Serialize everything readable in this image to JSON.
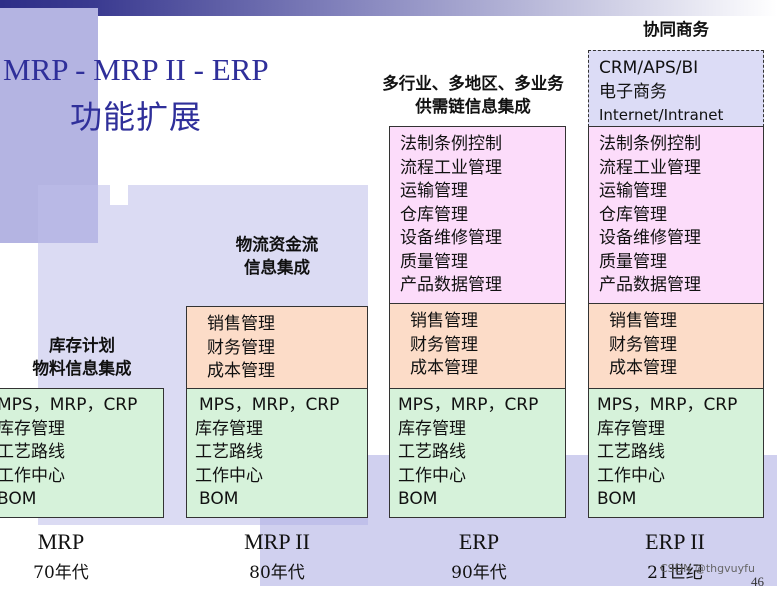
{
  "title": {
    "line1": "MRP - MRP II - ERP",
    "line2": "功能扩展"
  },
  "columns": [
    {
      "caption": [
        "库存计划",
        "物料信息集成"
      ],
      "base": [
        "MPS，MRP，CRP",
        "库存管理",
        "工艺路线",
        "工作中心",
        "BOM"
      ],
      "era": "MRP",
      "decade": "70年代"
    },
    {
      "caption": [
        "物流资金流",
        "信息集成"
      ],
      "finance": [
        "销售管理",
        "财务管理",
        "成本管理"
      ],
      "base": [
        "MPS，MRP，CRP",
        "库存管理",
        "工艺路线",
        "工作中心",
        "BOM"
      ],
      "era": "MRP II",
      "decade": "80年代"
    },
    {
      "caption": [
        "多行业、多地区、多业务",
        "供需链信息集成"
      ],
      "ext": [
        "法制条例控制",
        "流程工业管理",
        "运输管理",
        "仓库管理",
        "设备维修管理",
        "质量管理",
        "产品数据管理"
      ],
      "finance": [
        "销售管理",
        "财务管理",
        "成本管理"
      ],
      "base": [
        "MPS，MRP，CRP",
        "库存管理",
        "工艺路线",
        "工作中心",
        "BOM"
      ],
      "era": "ERP",
      "decade": "90年代"
    },
    {
      "caption": [
        "协同商务"
      ],
      "top": [
        "CRM/APS/BI",
        "电子商务",
        "Internet/Intranet"
      ],
      "ext": [
        "法制条例控制",
        "流程工业管理",
        "运输管理",
        "仓库管理",
        "设备维修管理",
        "质量管理",
        "产品数据管理"
      ],
      "finance": [
        "销售管理",
        "财务管理",
        "成本管理"
      ],
      "base": [
        "MPS，MRP，CRP",
        "库存管理",
        "工艺路线",
        "工作中心",
        "BOM"
      ],
      "era": "ERP II",
      "decade": "21世纪"
    }
  ],
  "watermark": "CSDN @thgvuyfu",
  "page_number": "46",
  "colors": {
    "title": "#2f2f9a",
    "base_module": "#d6f2da",
    "finance_module": "#fcdcc8",
    "extended_module": "#fcdcfa",
    "collaborative_module": "#dcdcf6"
  }
}
